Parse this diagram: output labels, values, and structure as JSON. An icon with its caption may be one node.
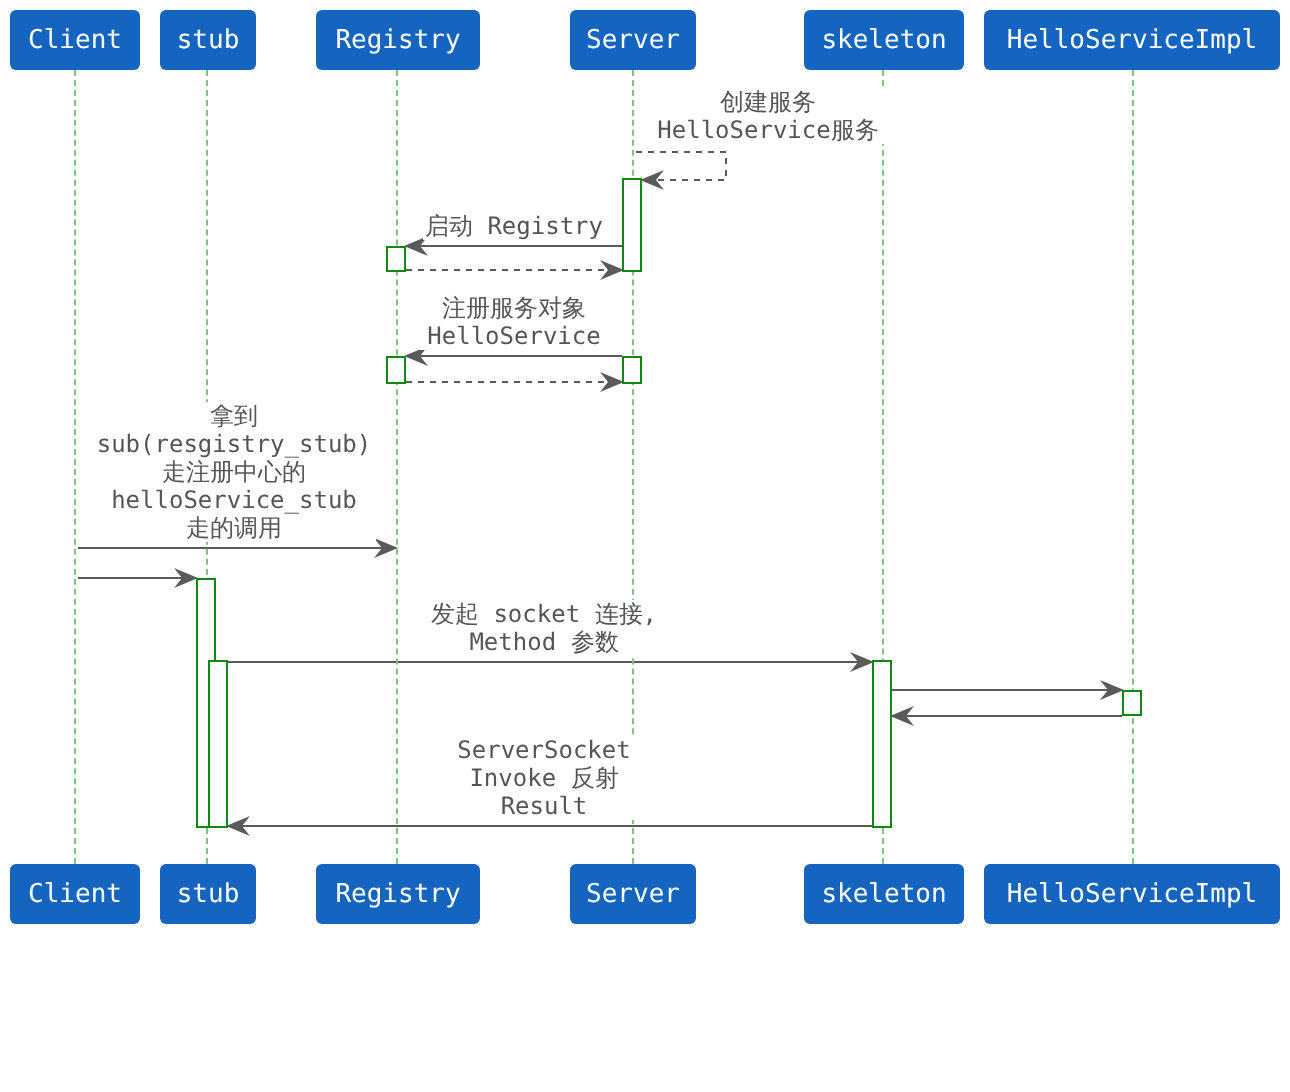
{
  "diagram": {
    "nodes": [
      {
        "text": [
          "Client"
        ]
      },
      {
        "text": [
          "stub"
        ]
      },
      {
        "text": [
          "Registry"
        ]
      },
      {
        "text": [
          "Server"
        ]
      },
      {
        "text": [
          "skeleton"
        ]
      },
      {
        "text": [
          "HelloServiceImpl"
        ]
      },
      {
        "text": [],
        "shape": "line"
      },
      {
        "text": [],
        "shape": "line"
      },
      {
        "text": [],
        "shape": "line"
      },
      {
        "text": [],
        "shape": "line"
      },
      {
        "text": [],
        "shape": "line"
      },
      {
        "text": [],
        "shape": "line"
      },
      {
        "text": [],
        "shape": "bar"
      },
      {
        "text": [],
        "shape": "bar"
      },
      {
        "text": [],
        "shape": "bar"
      },
      {
        "text": [],
        "shape": "bar"
      },
      {
        "text": [],
        "shape": "bar"
      },
      {
        "text": [],
        "shape": "bar"
      },
      {
        "text": [],
        "shape": "bar"
      },
      {
        "text": [],
        "shape": "bar"
      },
      {
        "text": [
          "Client"
        ]
      },
      {
        "text": [
          "stub"
        ]
      },
      {
        "text": [
          "Registry"
        ]
      },
      {
        "text": [
          "Server"
        ]
      },
      {
        "text": [
          "skeleton"
        ]
      },
      {
        "text": [
          "HelloServiceImpl"
        ]
      }
    ],
    "edges": [
      {
        "from": 9,
        "to": 12,
        "arrow": "to",
        "style": "dashed",
        "label": "创建服务 HelloService服务"
      },
      {
        "from": 12,
        "to": 13,
        "arrow": "to",
        "label": "启动 Registry"
      },
      {
        "from": 13,
        "to": 12,
        "arrow": "to",
        "style": "dashed"
      },
      {
        "from": 15,
        "to": 14,
        "arrow": "to",
        "label": "注册服务对象 HelloService"
      },
      {
        "from": 14,
        "to": 15,
        "arrow": "to",
        "style": "dashed"
      },
      {
        "from": 6,
        "to": 8,
        "arrow": "to",
        "label": "拿到 sub(resgistry_stub) 走注册中心的 helloService_stub 走的调用"
      },
      {
        "from": 6,
        "to": 16,
        "arrow": "to"
      },
      {
        "from": 17,
        "to": 18,
        "arrow": "to",
        "label": "发起 socket 连接, Method 参数"
      },
      {
        "from": 18,
        "to": 19,
        "arrow": "to"
      },
      {
        "from": 19,
        "to": 18,
        "arrow": "to"
      },
      {
        "from": 18,
        "to": 17,
        "arrow": "to",
        "label": "ServerSocket Invoke 反射 Result"
      }
    ]
  }
}
